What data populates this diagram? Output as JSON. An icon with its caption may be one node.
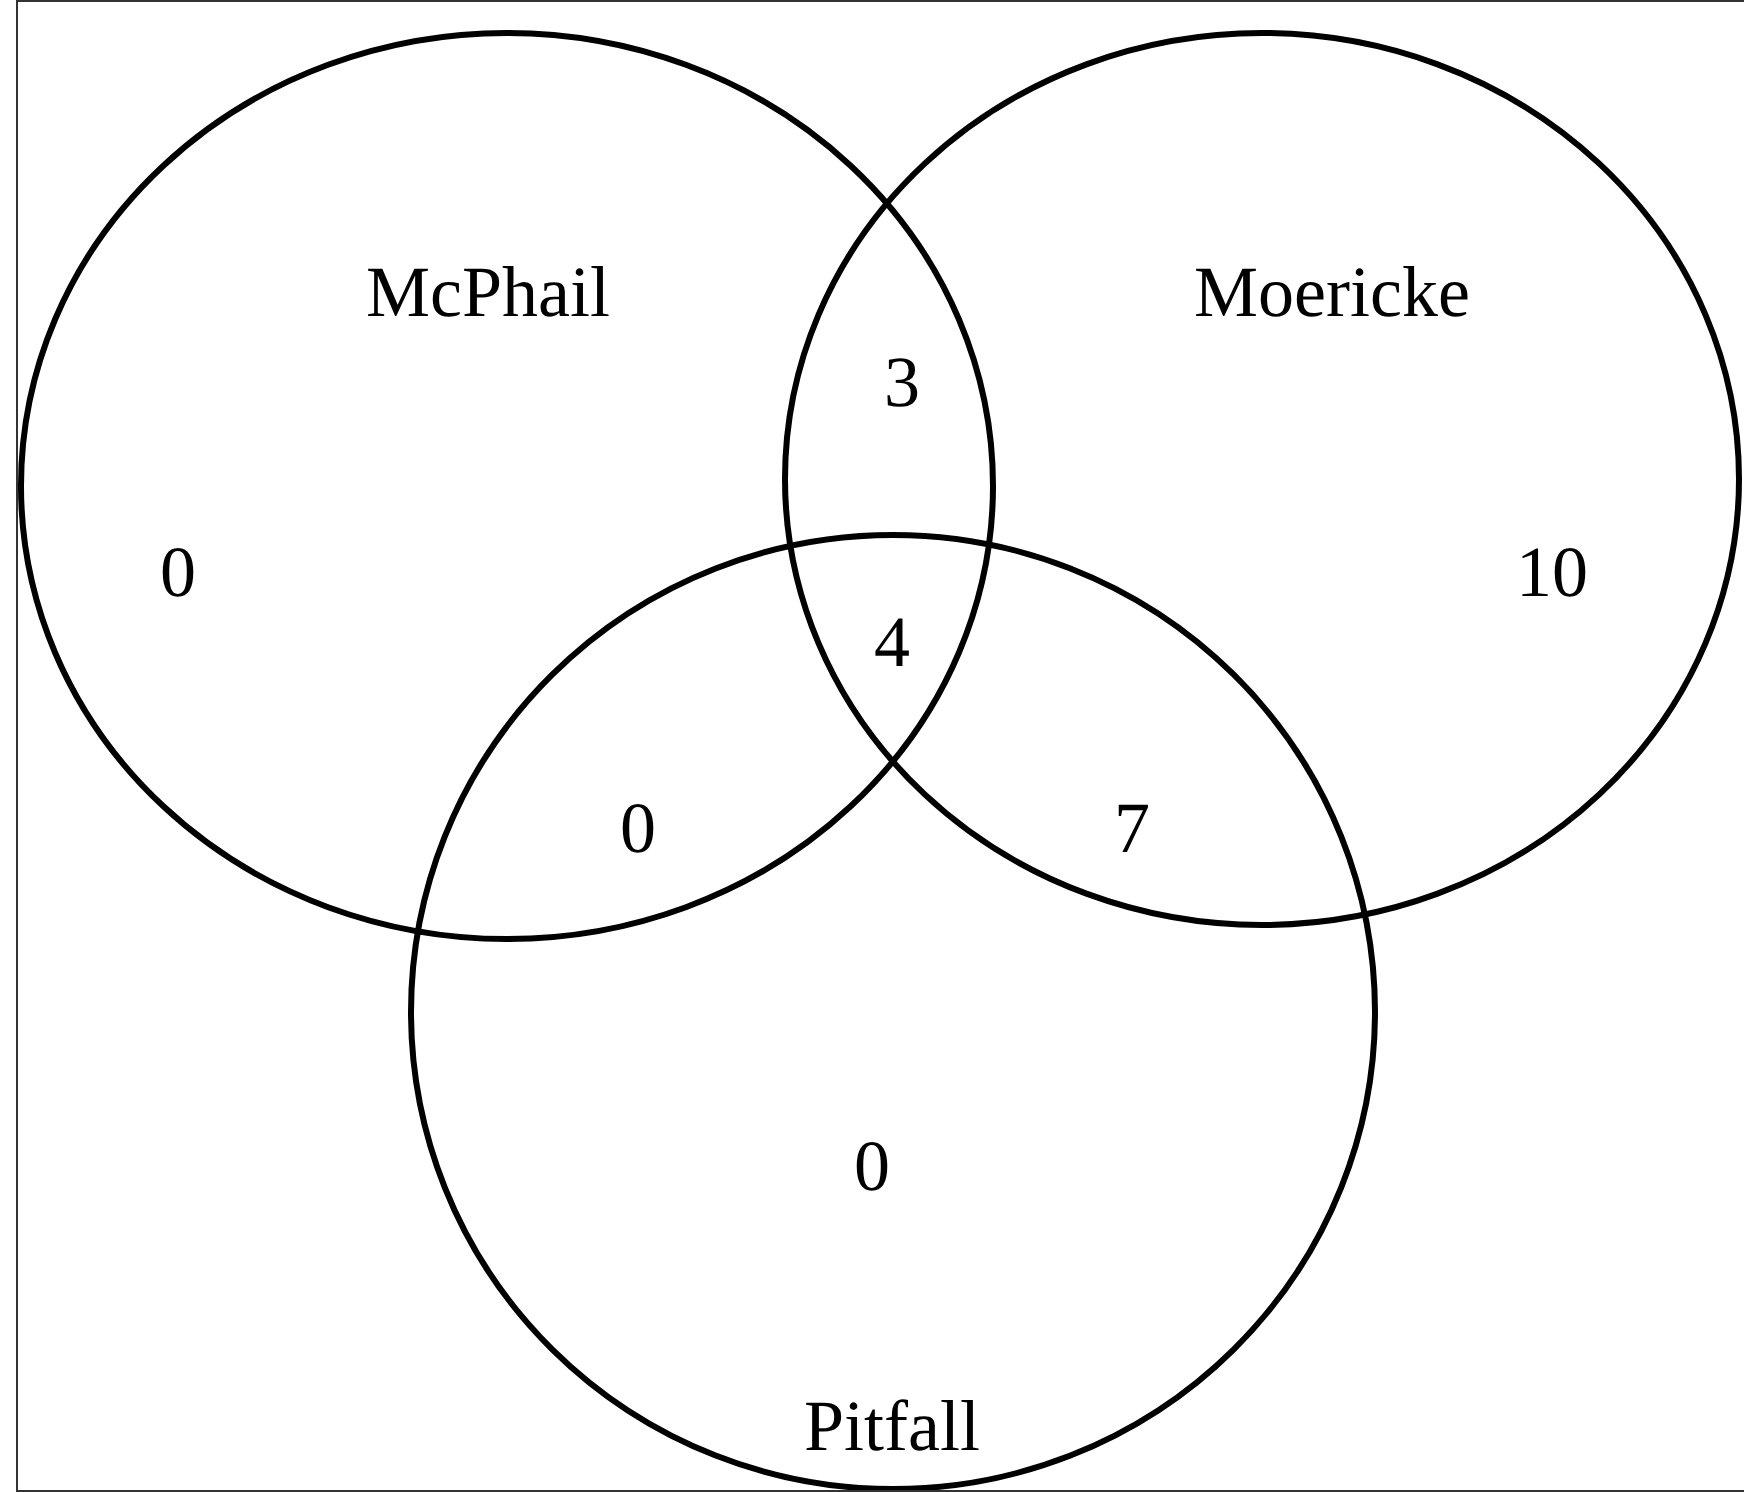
{
  "diagram": {
    "nodes": [
      {
        "text": [
          "McPhail"
        ]
      },
      {
        "text": [
          "Moericke"
        ]
      },
      {
        "text": [
          "Pitfall"
        ]
      }
    ],
    "labels": [
      "3",
      "0",
      "10",
      "4",
      "0",
      "7",
      "0"
    ]
  }
}
